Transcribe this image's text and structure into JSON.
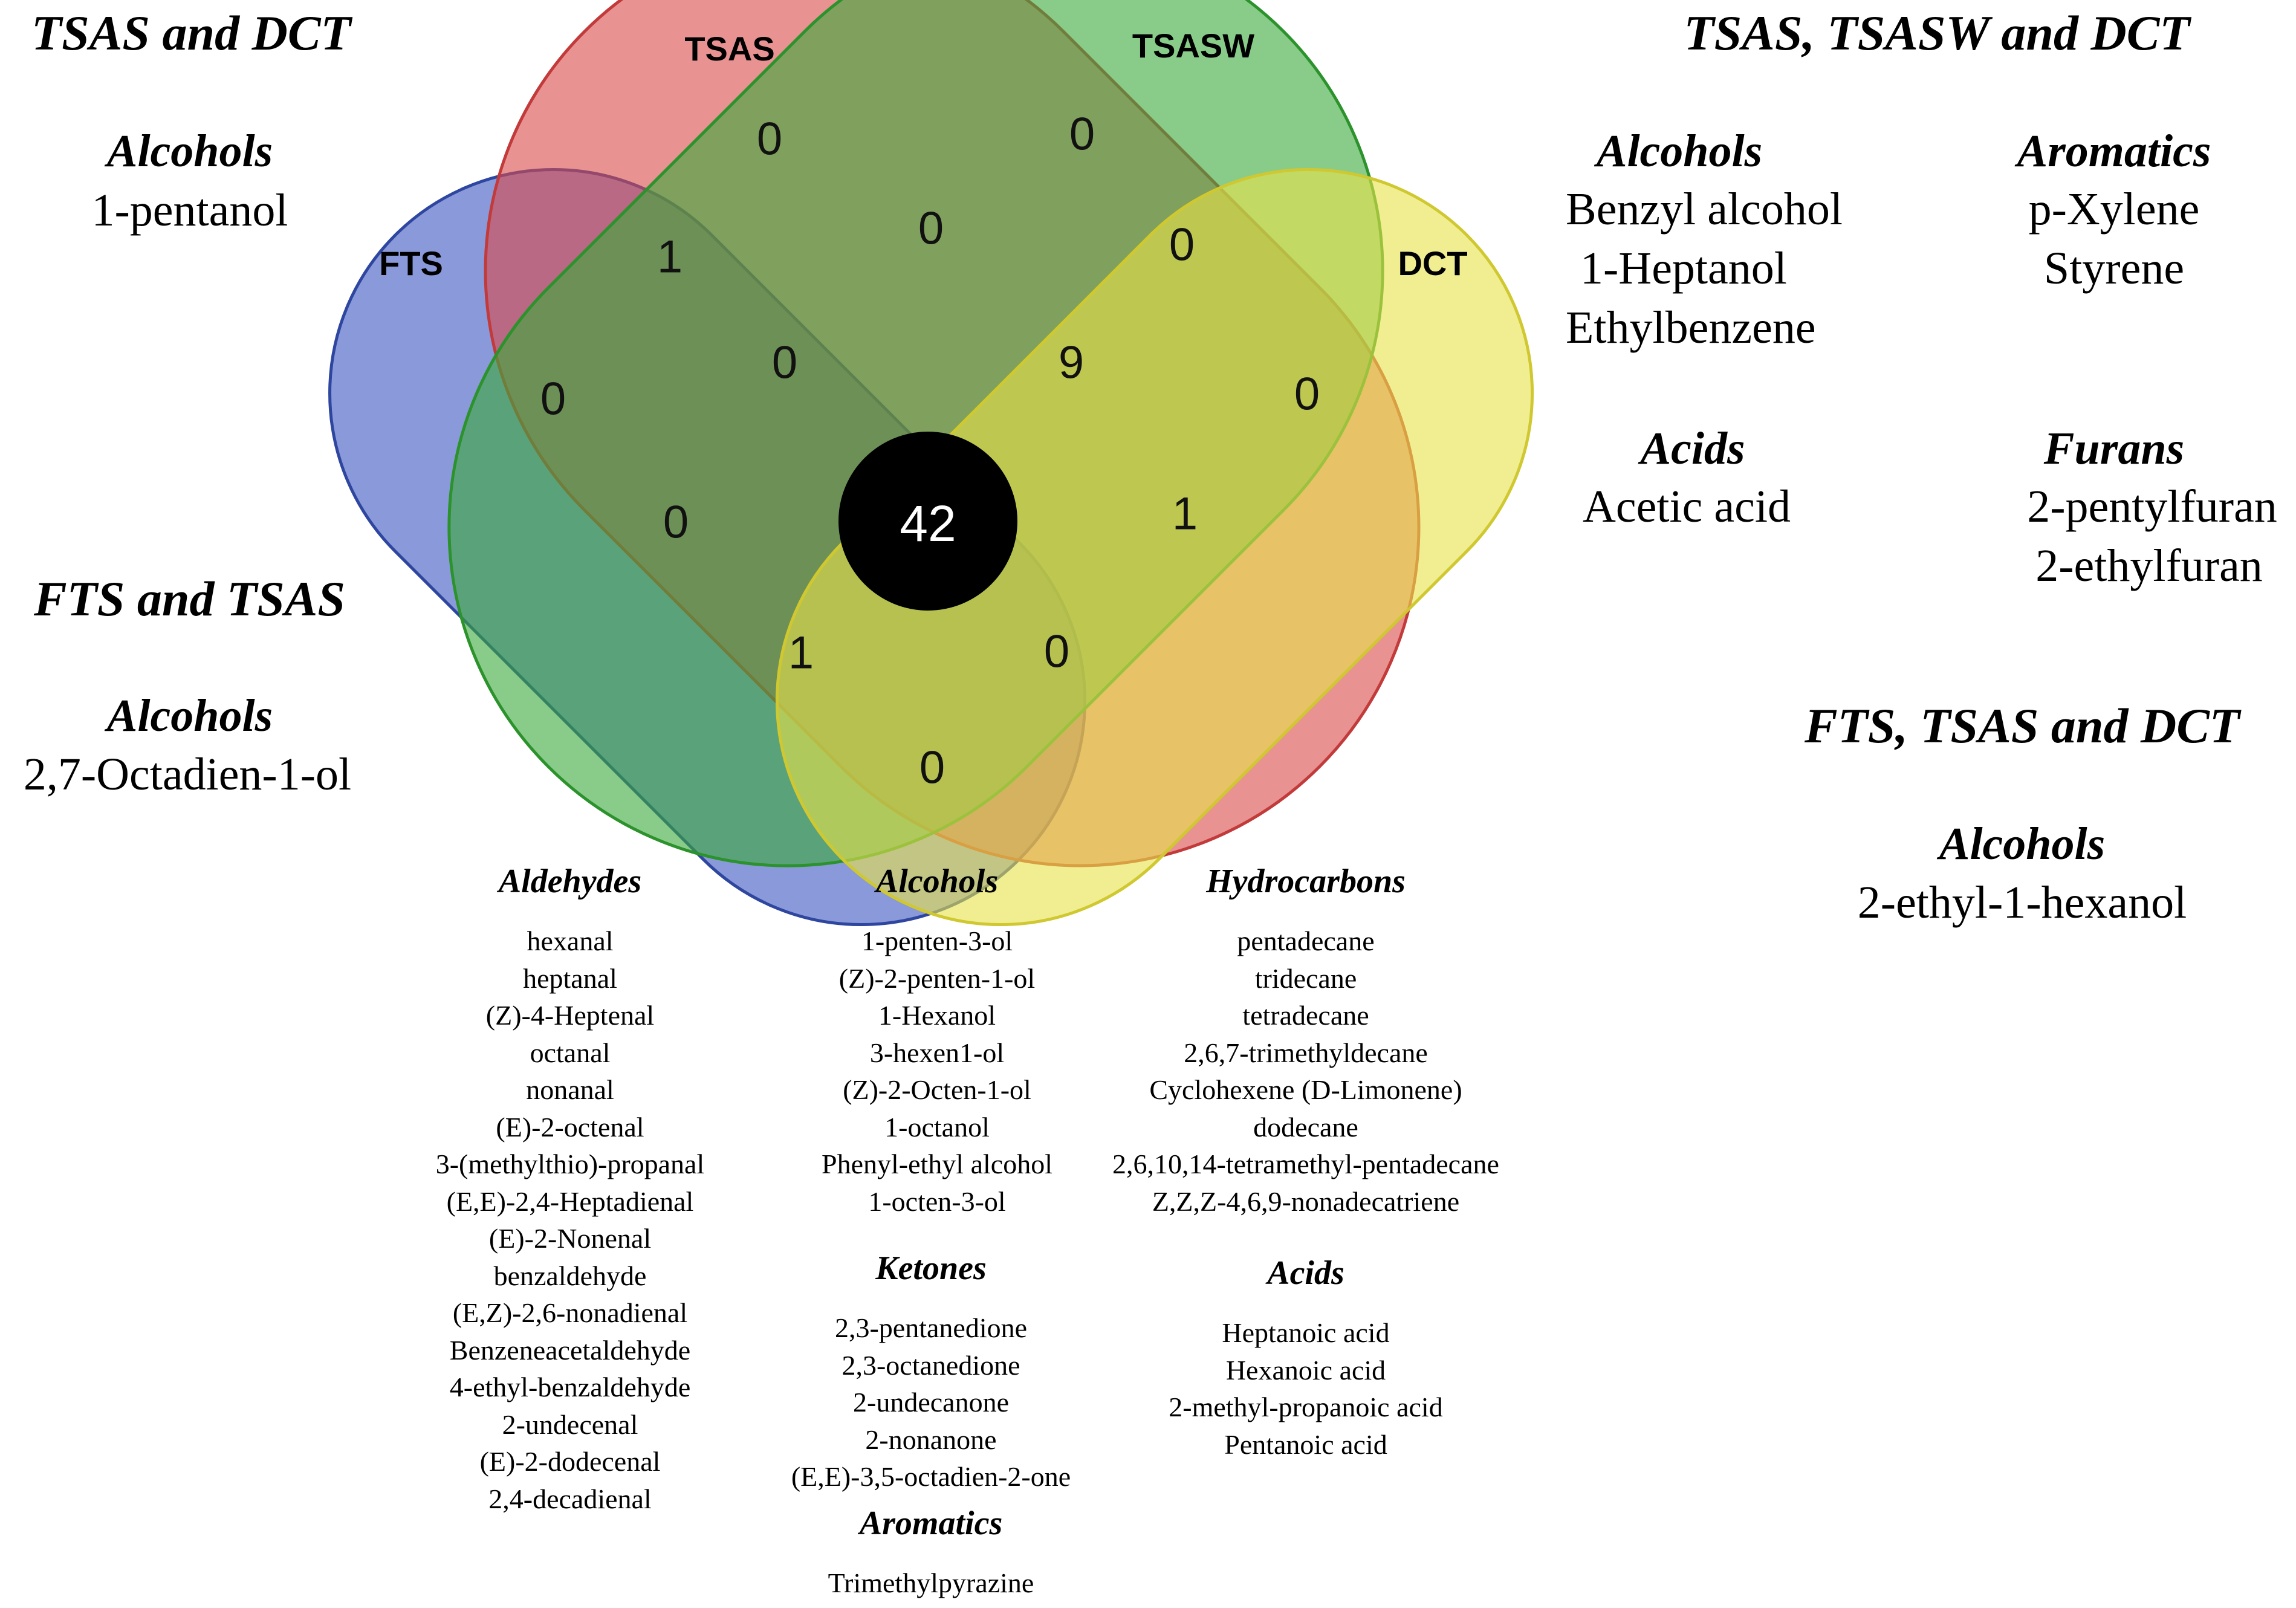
{
  "venn": {
    "sets": [
      "FTS",
      "TSAS",
      "TSASW",
      "DCT"
    ],
    "colors": {
      "FTS": "#3b55c0",
      "TSAS": "#d94a4a",
      "TSASW": "#3aaa3a",
      "DCT": "#e8e34a",
      "center": "#000000"
    },
    "regions": {
      "TSAS_only": "0",
      "TSASW_only": "0",
      "FTS_only": "0",
      "DCT_only": "0",
      "FTS_TSAS": "1",
      "TSAS_TSASW": "0",
      "TSASW_DCT": "0",
      "FTS_TSAS_TSASW": "0",
      "TSAS_TSASW_DCT": "9",
      "FTS_TSASW": "0",
      "TSAS_DCT": "1",
      "all": "42",
      "FTS_TSASW_DCT": "1",
      "FTS_TSAS_DCT": "0",
      "FTS_DCT": "0"
    }
  },
  "groups": {
    "tsas_dct": {
      "title": "TSAS and DCT",
      "category": "Alcohols",
      "items": [
        "1-pentanol"
      ]
    },
    "fts_tsas": {
      "title": "FTS and TSAS",
      "category": "Alcohols",
      "items": [
        "2,7-Octadien-1-ol"
      ]
    },
    "tsas_tsasw_dct": {
      "title": "TSAS, TSASW and DCT",
      "alcohols_label": "Alcohols",
      "alcohols": [
        "Benzyl alcohol",
        "1-Heptanol",
        "Ethylbenzene"
      ],
      "aromatics_label": "Aromatics",
      "aromatics": [
        "p-Xylene",
        "Styrene"
      ],
      "acids_label": "Acids",
      "acids": [
        "Acetic acid"
      ],
      "furans_label": "Furans",
      "furans": [
        "2-pentylfuran",
        "2-ethylfuran"
      ]
    },
    "fts_tsas_dct": {
      "title": "FTS, TSAS and DCT",
      "category": "Alcohols",
      "items": [
        "2-ethyl-1-hexanol"
      ]
    }
  },
  "center_lists": {
    "aldehydes": {
      "label": "Aldehydes",
      "items": [
        "hexanal",
        "heptanal",
        "(Z)-4-Heptenal",
        "octanal",
        "nonanal",
        "(E)-2-octenal",
        "3-(methylthio)-propanal",
        "(E,E)-2,4-Heptadienal",
        "(E)-2-Nonenal",
        "benzaldehyde",
        "(E,Z)-2,6-nonadienal",
        "Benzeneacetaldehyde",
        "4-ethyl-benzaldehyde",
        "2-undecenal",
        "(E)-2-dodecenal",
        "2,4-decadienal"
      ]
    },
    "alcohols": {
      "label": "Alcohols",
      "items": [
        "1-penten-3-ol",
        "(Z)-2-penten-1-ol",
        "1-Hexanol",
        "3-hexen1-ol",
        "(Z)-2-Octen-1-ol",
        "1-octanol",
        "Phenyl-ethyl alcohol",
        "1-octen-3-ol"
      ]
    },
    "ketones": {
      "label": "Ketones",
      "items": [
        "2,3-pentanedione",
        "2,3-octanedione",
        "2-undecanone",
        "2-nonanone",
        "(E,E)-3,5-octadien-2-one"
      ]
    },
    "aromatics": {
      "label": "Aromatics",
      "items": [
        "Trimethylpyrazine"
      ]
    },
    "hydrocarbons": {
      "label": "Hydrocarbons",
      "items": [
        "pentadecane",
        "tridecane",
        "tetradecane",
        "2,6,7-trimethyldecane",
        "Cyclohexene (D-Limonene)",
        "dodecane",
        "2,6,10,14-tetramethyl-pentadecane",
        "Z,Z,Z-4,6,9-nonadecatriene"
      ]
    },
    "acids": {
      "label": "Acids",
      "items": [
        "Heptanoic acid",
        "Hexanoic acid",
        "2-methyl-propanoic acid",
        "Pentanoic acid"
      ]
    }
  }
}
